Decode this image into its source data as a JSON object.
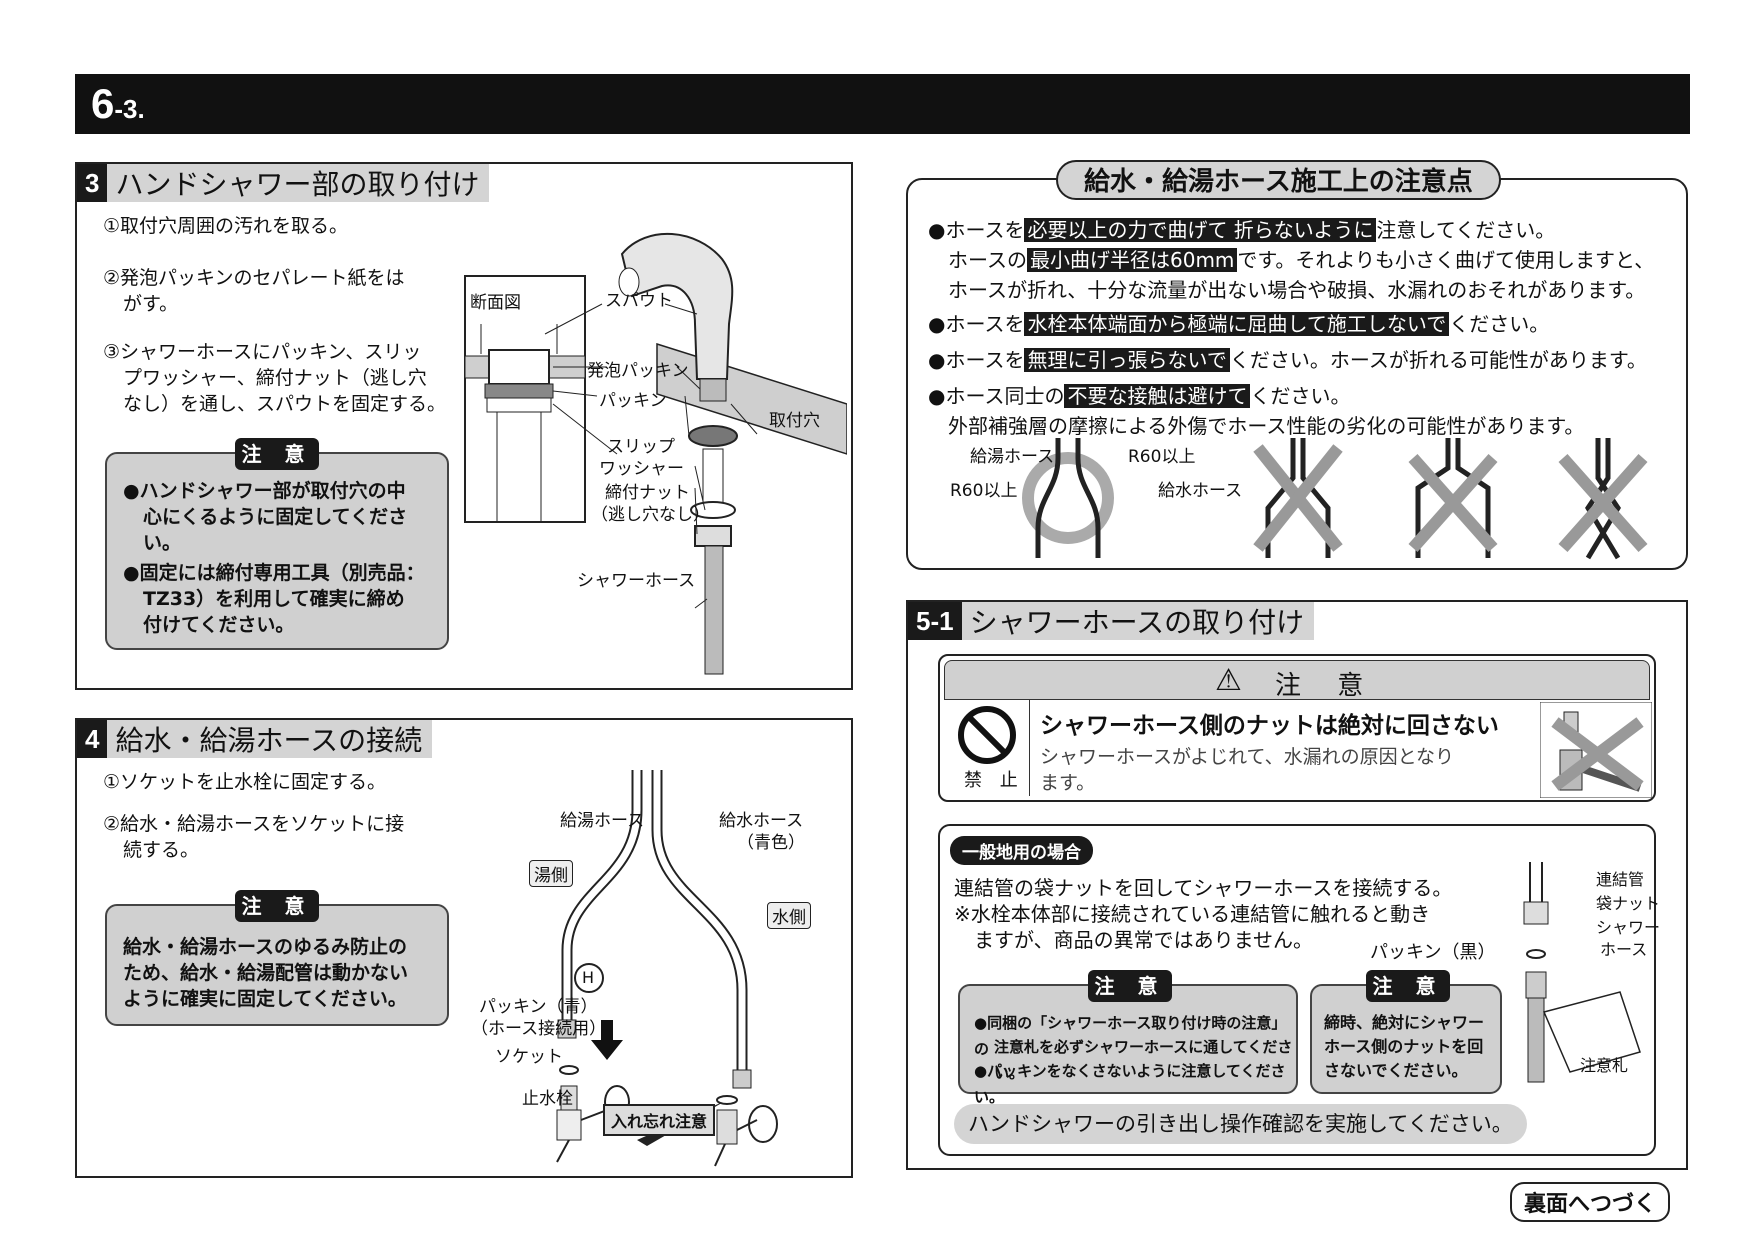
{
  "header": {
    "number": "6",
    "sub": "-3."
  },
  "sec3": {
    "num": "3",
    "title": "ハンドシャワー部の取り付け",
    "step1": "①取付穴周囲の汚れを取る。",
    "step2a": "②発泡パッキンのセパレート紙をは",
    "step2b": "がす。",
    "step3a": "③シャワーホースにパッキン、スリッ",
    "step3b": "プワッシャー、締付ナット（逃し穴",
    "step3c": "なし）を通し、スパウトを固定する。",
    "caution_label": "注 意",
    "caution1a": "●ハンドシャワー部が取付穴の中",
    "caution1b": "心にくるように固定してくださ",
    "caution1c": "い。",
    "caution2a": "●固定には締付専用工具（別売品：",
    "caution2b": "TZ33）を利用して確実に締め",
    "caution2c": "付けてください。",
    "fig": {
      "section": "断面図",
      "spout": "スパウト",
      "foam_packing": "発泡パッキン",
      "packing": "パッキン",
      "slip1": "スリップ",
      "slip2": "ワッシャー",
      "nut1": "締付ナット",
      "nut2": "（逃し穴なし）",
      "hole": "取付穴",
      "hose": "シャワーホース"
    }
  },
  "sec4": {
    "num": "4",
    "title": "給水・給湯ホースの接続",
    "step1": "①ソケットを止水栓に固定する。",
    "step2a": "②給水・給湯ホースをソケットに接",
    "step2b": "続する。",
    "caution_label": "注 意",
    "caution_a": "給水・給湯ホースのゆるみ防止の",
    "caution_b": "ため、給水・給湯配管は動かない",
    "caution_c": "ように確実に固定してください。",
    "fig": {
      "hot_hose": "給湯ホース",
      "cold_hose1": "給水ホース",
      "cold_hose2": "（青色）",
      "hot_side": "湯側",
      "cold_side": "水側",
      "h_mark": "H",
      "packing1": "パッキン（青）",
      "packing2": "（ホース接続用）",
      "socket": "ソケット",
      "valve": "止水栓",
      "reminder": "入れ忘れ注意"
    }
  },
  "notes": {
    "title": "給水・給湯ホース施工上の注意点",
    "l1_pre": "●ホースを",
    "l1_hl": "必要以上の力で曲げて 折らないように",
    "l1_post": "注意してください。",
    "l2_pre": "ホースの",
    "l2_hl": "最小曲げ半径は60mm",
    "l2_post": "です。それよりも小さく曲げて使用しますと、",
    "l3": "ホースが折れ、十分な流量が出ない場合や破損、水漏れのおそれがあります。",
    "l4_pre": "●ホースを",
    "l4_hl": "水栓本体端面から極端に屈曲して施工しないで",
    "l4_post": "ください。",
    "l5_pre": "●ホースを",
    "l5_hl": "無理に引っ張らないで",
    "l5_post": "ください。ホースが折れる可能性があります。",
    "l6_pre": "●ホース同士の",
    "l6_hl": "不要な接触は避けて",
    "l6_post": "ください。",
    "l7": "外部補強層の摩擦による外傷でホース性能の劣化の可能性があります。",
    "fig": {
      "hot_hose": "給湯ホース",
      "r60_a": "R60以上",
      "r60_b": "R60以上",
      "cold_hose": "給水ホース"
    }
  },
  "sec51": {
    "num": "5-1",
    "title": "シャワーホースの取り付け",
    "warn_title": "注 意",
    "prohibit": "禁 止",
    "warn_main": "シャワーホース側のナットは絶対に回さない",
    "warn_sub1": "シャワーホースがよじれて、水漏れの原因となり",
    "warn_sub2": "ます。",
    "general_tag": "一般地用の場合",
    "g1": "連結管の袋ナットを回してシャワーホースを接続する。",
    "g2": "※水栓本体部に接続されている連結管に触れると動き",
    "g3": "ますが、商品の異常ではありません。",
    "c1_label": "注 意",
    "c1a": "●同梱の「シャワーホース取り付け時の注意」の",
    "c1b": "注意札を必ずシャワーホースに通してください。",
    "c1c": "●パッキンをなくさないように注意してください。",
    "c2_label": "注 意",
    "c2a": "締時、絶対にシャワー",
    "c2b": "ホース側のナットを回",
    "c2c": "さないでください。",
    "fig": {
      "pipe": "連結管",
      "bag_nut": "袋ナット",
      "shower1": "シャワー",
      "shower2": "ホース",
      "packing": "パッキン（黒）",
      "tag": "注意札"
    },
    "footer": "ハンドシャワーの引き出し操作確認を実施してください。"
  },
  "continue": "裏面へつづく"
}
